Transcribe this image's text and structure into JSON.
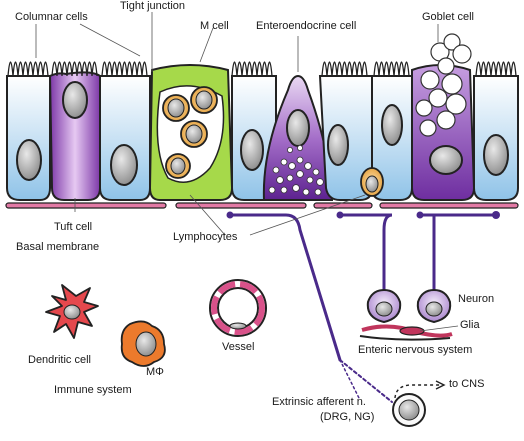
{
  "labels": {
    "columnar_cells": "Columnar cells",
    "tight_junction": "Tight junction",
    "m_cell": "M cell",
    "enteroendocrine_cell": "Enteroendocrine cell",
    "goblet_cell": "Goblet cell",
    "tuft_cell": "Tuft cell",
    "basal_membrane": "Basal membrane",
    "lymphocytes": "Lymphocytes",
    "neuron": "Neuron",
    "glia": "Glia",
    "enteric_nervous_system": "Enteric nervous system",
    "dendritic_cell": "Dendritic cell",
    "macrophage": "MΦ",
    "vessel": "Vessel",
    "immune_system": "Immune system",
    "to_cns": "to CNS",
    "extrinsic_afferent": "Extrinsic afferent n.",
    "extrinsic_afferent_sub": "(DRG, NG)"
  },
  "colors": {
    "columnar_blue": "#a9d0ec",
    "tuft_purple": "#a763c8",
    "m_cell_green": "#a6d94a",
    "enteroendocrine_purple": "#7a3aa8",
    "goblet_purple": "#8f54b8",
    "lymphocyte_orange": "#e9a23a",
    "basal_pink": "#d9528a",
    "nerve_purple": "#4a2a8a",
    "dendritic_red": "#e5484d",
    "macrophage_orange": "#ec7a2c",
    "glia_red": "#c0355c"
  }
}
